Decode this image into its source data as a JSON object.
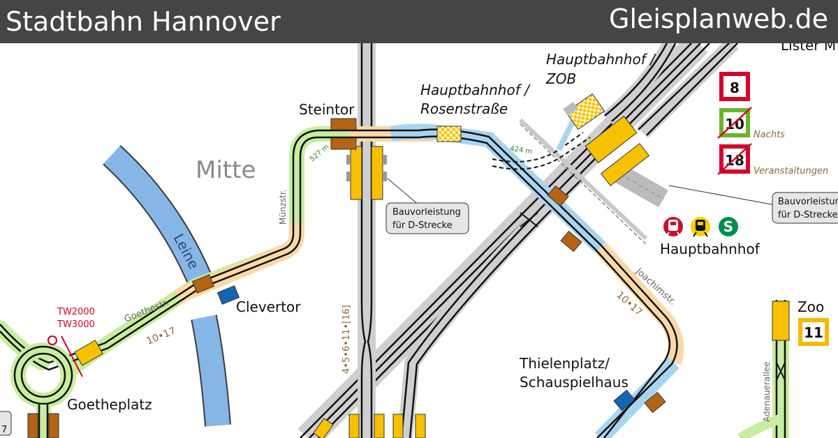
{
  "header": {
    "title": "Stadtbahn Hannover",
    "site": "Gleisplanweb.de"
  },
  "colors": {
    "header_bg": "#454545",
    "track": "#111111",
    "route_a_orange": "#fad8a8",
    "route_b_blue": "#a8d4f0",
    "route_c_green": "#c8eca0",
    "platform_yellow": "#f7c000",
    "station_brown": "#b46414",
    "clevertor_blue": "#1464b4",
    "river": "#86b6e6",
    "line_8_red": "#d6002a",
    "line_10_green": "#6cb42a",
    "line_11_yellow": "#f7b800"
  },
  "map": {
    "district": "Mitte",
    "river": "Leine",
    "cutoff_label": "Lister M",
    "stations": {
      "steintor": "Steintor",
      "clevertor": "Clevertor",
      "goetheplatz": "Goetheplatz",
      "hbf_rosenstrasse_1": "Hauptbahnhof /",
      "hbf_rosenstrasse_2": "Rosenstraße",
      "hbf_zob_1": "Hauptbahnhof /",
      "hbf_zob_2": "ZOB",
      "hauptbahnhof": "Hauptbahnhof",
      "thielenplatz_1": "Thielenplatz/",
      "thielenplatz_2": "Schauspielhaus",
      "zoo": "Zoo"
    },
    "streets": {
      "muenzstr": "Münzstr.",
      "goethestr": "Goethestr.",
      "joachimstr": "Joachimstr.",
      "adenauerallee": "Adenauerallee"
    },
    "route_labels": {
      "goethestr_lines": "10•17",
      "joachimstr_lines": "10•17",
      "vertical_lines": "4•5•6•11•[16]"
    },
    "distances": {
      "steintor_segment": "527 m",
      "hbf_segment": "424 m"
    },
    "vehicle_notes": {
      "tw2000": "TW2000",
      "tw3000": "TW3000"
    },
    "callouts": {
      "callout_1_line1": "Bauvorleistung",
      "callout_1_line2": "für D-Strecke",
      "callout_2_line1": "Bauvorleistung",
      "callout_2_line2": "für D-Strecke"
    },
    "line_badges": {
      "line_8": "8",
      "line_10": "10",
      "line_10_note": "Nachts",
      "line_18": "18",
      "line_18_note": "Veranstaltungen",
      "line_11": "11"
    },
    "left_edge_badge": "7"
  }
}
